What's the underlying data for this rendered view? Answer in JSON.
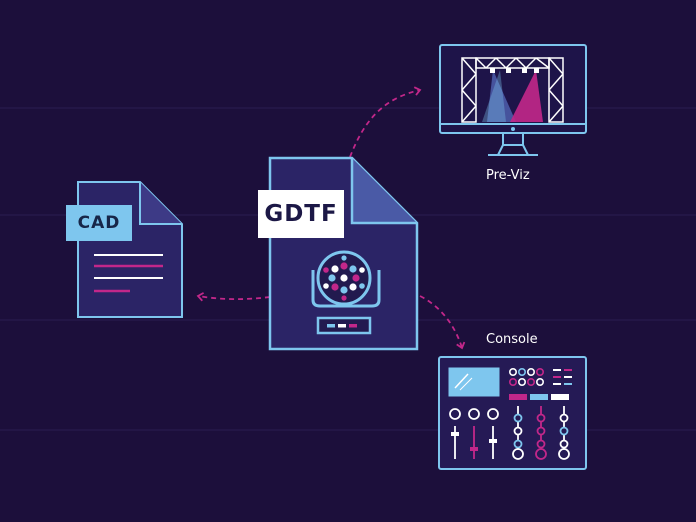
{
  "labels": {
    "cad": "CAD",
    "gdtf": "GDTF",
    "previz": "Pre-Viz",
    "console": "Console"
  },
  "nodes": [
    {
      "id": "gdtf",
      "label": "GDTF"
    },
    {
      "id": "cad",
      "label": "CAD"
    },
    {
      "id": "previz",
      "label": "Pre-Viz"
    },
    {
      "id": "console",
      "label": "Console"
    }
  ],
  "edges": [
    {
      "from": "gdtf",
      "to": "previz",
      "style": "dashed-arrow"
    },
    {
      "from": "gdtf",
      "to": "cad",
      "style": "dashed-arrow"
    },
    {
      "from": "gdtf",
      "to": "console",
      "style": "dashed-arrow"
    }
  ],
  "icons": [
    "cad-document-icon",
    "gdtf-document-icon",
    "moving-head-fixture-icon",
    "monitor-icon",
    "stage-truss-icon",
    "lighting-console-icon"
  ],
  "colors": {
    "background": "#1c0f3b",
    "outline": "#7ec6ee",
    "accent_magenta": "#c2278a",
    "panel_fill": "#251a55",
    "white": "#ffffff"
  }
}
